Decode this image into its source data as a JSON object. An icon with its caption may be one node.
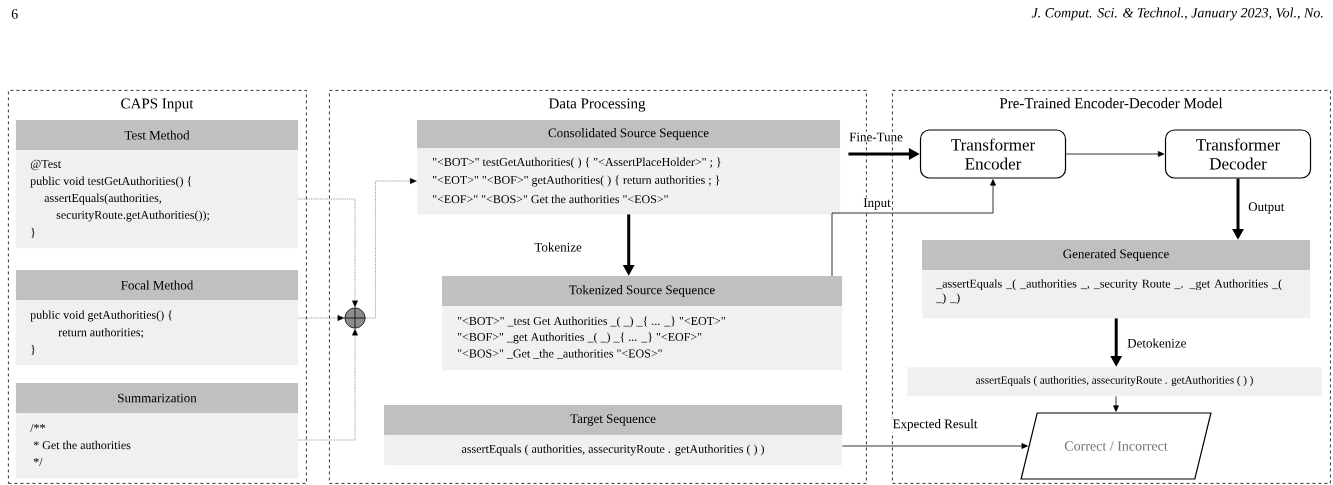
{
  "diagram": {
    "nodes": [
      {
        "text": [
          "CAPS Input"
        ]
      },
      {
        "text": [
          "Test Method",
          "@Test",
          "public void testGetAuthorities() {",
          "assertEquals(authorities,",
          "securityRoute.getAuthorities());",
          "}"
        ],
        "in": 0
      },
      {
        "text": [
          "Focal Method",
          "public void getAuthorities() {",
          "return authorities;",
          "}"
        ],
        "in": 0
      },
      {
        "text": [
          "Summarization",
          "/**",
          "* Get the authorities",
          "*/"
        ],
        "in": 0
      },
      {
        "text": [
          "Data Processing"
        ]
      },
      {
        "text": [
          "Consolidated Source Sequence",
          "\"<BOT>\" testGetAuthorities( ) { \"<AssertPlaceHolder>\" ; }",
          "\"<EOT>\" \"<BOF>\" getAuthorities( ) { return authorities ; }",
          "\"<EOF>\" \"<BOS>\" Get the authorities \"<EOS>\""
        ],
        "in": 4
      },
      {
        "text": [
          "Tokenized Source Sequence",
          "\"<BOT>\" _test Get Authorities _( _) _{ ... _} \"<EOT>\"",
          "\"<BOF>\" _get Authorities _( _) _{ ... _} \"<EOF>\"",
          "\"<BOS>\" _Get _the _authorities \"<EOS>\""
        ],
        "in": 4
      },
      {
        "text": [
          "Target Sequence",
          "assertEquals ( authorities, assecurityRoute . getAuthorities ( ) )"
        ],
        "in": 4
      },
      {
        "text": [
          "Pre-Trained Encoder-Decoder Model"
        ]
      },
      {
        "text": [
          "Transformer Encoder"
        ],
        "in": 8
      },
      {
        "text": [
          "Transformer Decoder"
        ],
        "in": 8
      },
      {
        "text": [
          "Generated Sequence",
          "_assertEquals _( _authorities _, _security Route _. _get Authorities _( _) _)"
        ],
        "in": 8
      },
      {
        "text": [
          "assertEquals ( authorities, assecurityRoute . getAuthorities ( ) )"
        ],
        "in": 8
      },
      {
        "text": [
          "Correct / Incorrect"
        ],
        "in": 8
      },
      {
        "text": [],
        "shape": "circle",
        "in": 4
      }
    ],
    "edges": [
      {
        "from": 1,
        "to": 14,
        "arrow": "to",
        "style": "dashed"
      },
      {
        "from": 2,
        "to": 14,
        "arrow": "to",
        "style": "dashed"
      },
      {
        "from": 3,
        "to": 14,
        "arrow": "to",
        "style": "dashed"
      },
      {
        "from": 14,
        "to": 5,
        "arrow": "to",
        "style": "dashed"
      },
      {
        "from": 5,
        "to": 6,
        "arrow": "to",
        "label": "Tokenize",
        "style": "thick"
      },
      {
        "from": 5,
        "to": 9,
        "arrow": "to",
        "label": "Fine-Tune",
        "style": "thick"
      },
      {
        "from": 6,
        "to": 9,
        "arrow": "to",
        "label": "Input"
      },
      {
        "from": 9,
        "to": 10,
        "arrow": "to"
      },
      {
        "from": 10,
        "to": 11,
        "arrow": "to",
        "label": "Output",
        "style": "thick"
      },
      {
        "from": 11,
        "to": 12,
        "arrow": "to",
        "label": "Detokenize",
        "style": "thick"
      },
      {
        "from": 12,
        "to": 13,
        "arrow": "to"
      },
      {
        "from": 7,
        "to": 13,
        "arrow": "to",
        "label": "Expected Result"
      }
    ],
    "labels": [
      "6",
      "J. Comput. Sci. & Technol., January 2023, Vol., No."
    ]
  }
}
